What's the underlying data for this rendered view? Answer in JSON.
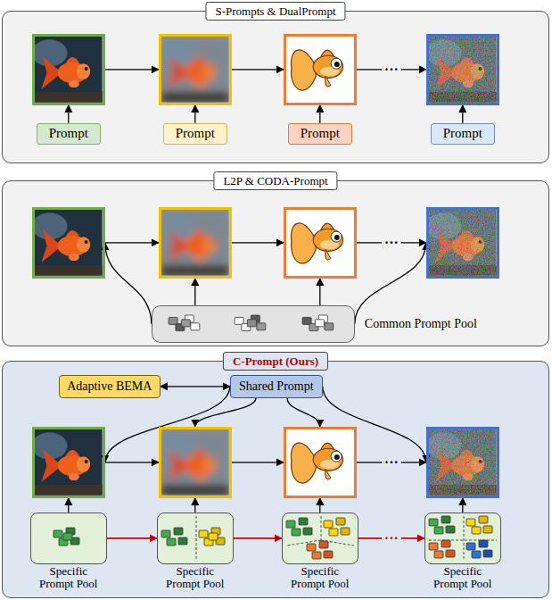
{
  "diagram": {
    "nodes": [
      {
        "text": [
          "S-Prompts & DualPrompt"
        ]
      },
      {
        "text": [],
        "in": 0
      },
      {
        "text": [],
        "in": 0
      },
      {
        "text": [],
        "in": 0
      },
      {
        "text": [],
        "in": 0
      },
      {
        "text": [
          "Prompt"
        ],
        "in": 0
      },
      {
        "text": [
          "Prompt"
        ],
        "in": 0
      },
      {
        "text": [
          "Prompt"
        ],
        "in": 0
      },
      {
        "text": [
          "Prompt"
        ],
        "in": 0
      },
      {
        "text": [
          "L2P & CODA-Prompt"
        ]
      },
      {
        "text": [],
        "in": 9
      },
      {
        "text": [],
        "in": 9
      },
      {
        "text": [],
        "in": 9
      },
      {
        "text": [],
        "in": 9
      },
      {
        "text": [
          "Common Prompt Pool"
        ],
        "in": 9
      },
      {
        "text": [
          "C-Prompt (Ours)"
        ]
      },
      {
        "text": [
          "Adaptive BEMA"
        ],
        "in": 15
      },
      {
        "text": [
          "Shared Prompt"
        ],
        "in": 15
      },
      {
        "text": [],
        "in": 15
      },
      {
        "text": [],
        "in": 15
      },
      {
        "text": [],
        "in": 15
      },
      {
        "text": [],
        "in": 15
      },
      {
        "text": [
          "Specific Prompt Pool"
        ],
        "in": 15
      },
      {
        "text": [
          "Specific Prompt Pool"
        ],
        "in": 15
      },
      {
        "text": [
          "Specific Prompt Pool"
        ],
        "in": 15
      },
      {
        "text": [
          "Specific Prompt Pool"
        ],
        "in": 15
      }
    ],
    "edges": [
      {
        "from": 1,
        "to": 2,
        "arrow": "to"
      },
      {
        "from": 2,
        "to": 3,
        "arrow": "to"
      },
      {
        "from": 3,
        "to": 4,
        "label": "···",
        "arrow": "to"
      },
      {
        "from": 5,
        "to": 1,
        "arrow": "to"
      },
      {
        "from": 6,
        "to": 2,
        "arrow": "to"
      },
      {
        "from": 7,
        "to": 3,
        "arrow": "to"
      },
      {
        "from": 8,
        "to": 4,
        "arrow": "to"
      },
      {
        "from": 10,
        "to": 11,
        "arrow": "to"
      },
      {
        "from": 11,
        "to": 12,
        "arrow": "to"
      },
      {
        "from": 12,
        "to": 13,
        "label": "···",
        "arrow": "to"
      },
      {
        "from": 14,
        "to": 10,
        "arrow": "to"
      },
      {
        "from": 14,
        "to": 11,
        "arrow": "to"
      },
      {
        "from": 14,
        "to": 12,
        "arrow": "to"
      },
      {
        "from": 14,
        "to": 13,
        "arrow": "to"
      },
      {
        "from": 16,
        "to": 17,
        "arrow": "both"
      },
      {
        "from": 17,
        "to": 18,
        "arrow": "to"
      },
      {
        "from": 17,
        "to": 19,
        "arrow": "to"
      },
      {
        "from": 17,
        "to": 20,
        "arrow": "to"
      },
      {
        "from": 17,
        "to": 21,
        "arrow": "to"
      },
      {
        "from": 18,
        "to": 19,
        "arrow": "to"
      },
      {
        "from": 19,
        "to": 20,
        "arrow": "to"
      },
      {
        "from": 20,
        "to": 21,
        "label": "···",
        "arrow": "to"
      },
      {
        "from": 22,
        "to": 18,
        "arrow": "to"
      },
      {
        "from": 23,
        "to": 19,
        "arrow": "to"
      },
      {
        "from": 24,
        "to": 20,
        "arrow": "to"
      },
      {
        "from": 25,
        "to": 21,
        "arrow": "to"
      },
      {
        "from": 22,
        "to": 23,
        "arrow": "to"
      },
      {
        "from": 23,
        "to": 24,
        "arrow": "to"
      },
      {
        "from": 24,
        "to": 25,
        "label": "···",
        "arrow": "to"
      }
    ]
  }
}
